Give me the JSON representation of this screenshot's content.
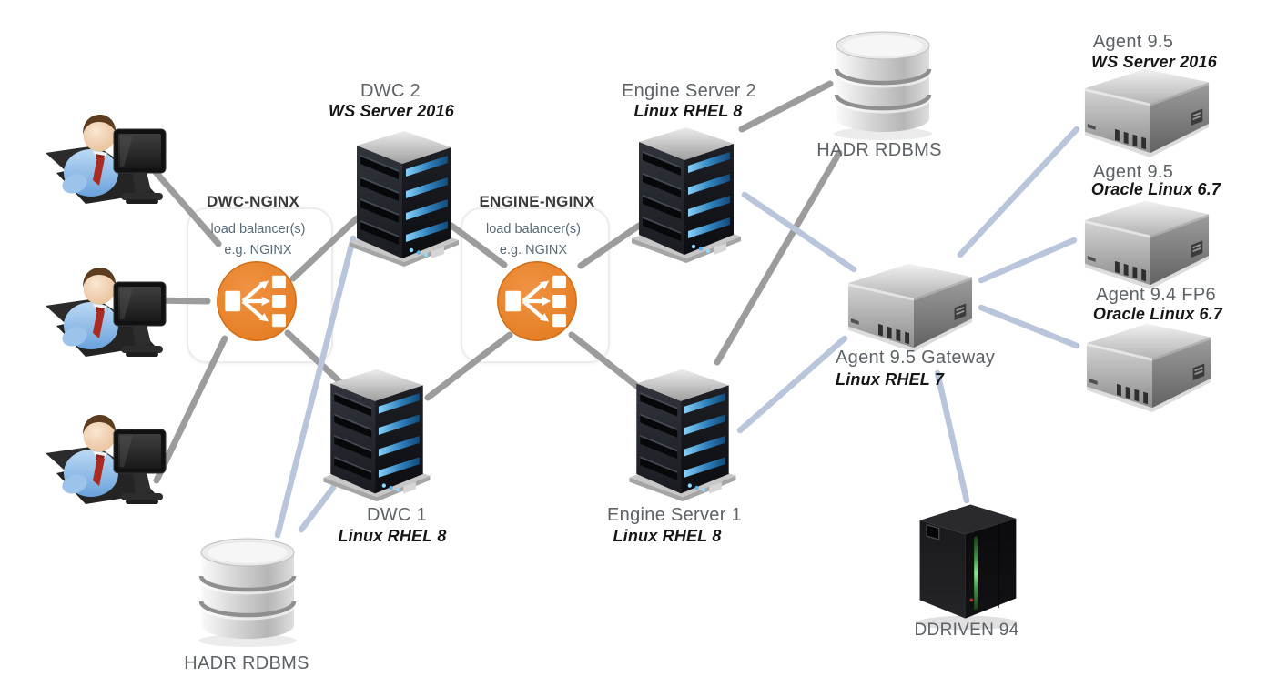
{
  "colors": {
    "gray": "#9c9c9c",
    "blue": "#b9c5da",
    "orange": "#e8822e",
    "title_gray": "#5d6267",
    "sub_black": "#161616"
  },
  "nodes": {
    "lb_dwc": {
      "title": "DWC-NGINX",
      "line1": "load balancer(s)",
      "line2": "e.g. NGINX"
    },
    "lb_engine": {
      "title": "ENGINE-NGINX",
      "line1": "load balancer(s)",
      "line2": "e.g. NGINX"
    },
    "dwc2": {
      "title": "DWC 2",
      "subtitle": "WS Server 2016"
    },
    "dwc1": {
      "title": "DWC 1",
      "subtitle": "Linux RHEL 8"
    },
    "engine2": {
      "title": "Engine Server 2",
      "subtitle": "Linux RHEL 8"
    },
    "engine1": {
      "title": "Engine Server 1",
      "subtitle": "Linux RHEL 8"
    },
    "hadr_top": {
      "title": "HADR RDBMS"
    },
    "hadr_bottom": {
      "title": "HADR RDBMS"
    },
    "gateway": {
      "title": "Agent 9.5 Gateway",
      "subtitle": "Linux RHEL 7"
    },
    "agent1": {
      "title": "Agent 9.5",
      "subtitle": "WS Server 2016"
    },
    "agent2": {
      "title": "Agent 9.5",
      "subtitle": "Oracle Linux 6.7"
    },
    "agent3": {
      "title": "Agent 9.4 FP6",
      "subtitle": "Oracle Linux 6.7"
    },
    "ddriven": {
      "title": "DDRIVEN 94"
    },
    "users": {
      "count": 3
    }
  },
  "edges": [
    {
      "from": "user-1",
      "to": "dwc-nginx",
      "color": "gray",
      "points": [
        163,
        180,
        240,
        268
      ]
    },
    {
      "from": "user-2",
      "to": "dwc-nginx",
      "color": "gray",
      "points": [
        165,
        330,
        228,
        331
      ]
    },
    {
      "from": "user-3",
      "to": "dwc-nginx",
      "color": "gray",
      "points": [
        172,
        528,
        247,
        372
      ]
    },
    {
      "from": "dwc-nginx",
      "to": "dwc-2",
      "color": "gray",
      "points": [
        322,
        306,
        392,
        240
      ]
    },
    {
      "from": "dwc-nginx",
      "to": "dwc-1",
      "color": "gray",
      "points": [
        316,
        366,
        376,
        422
      ]
    },
    {
      "from": "dwc-2",
      "to": "engine-nginx",
      "color": "gray",
      "points": [
        496,
        248,
        554,
        291
      ]
    },
    {
      "from": "dwc-1",
      "to": "engine-nginx",
      "color": "gray",
      "points": [
        470,
        437,
        560,
        368
      ]
    },
    {
      "from": "engine-nginx",
      "to": "engine-server-2",
      "color": "gray",
      "points": [
        638,
        292,
        702,
        248
      ]
    },
    {
      "from": "engine-nginx",
      "to": "engine-server-1",
      "color": "gray",
      "points": [
        628,
        368,
        702,
        426
      ]
    },
    {
      "from": "engine-server-2",
      "to": "hadr-rdbms-top",
      "color": "gray",
      "points": [
        815,
        142,
        912,
        92
      ]
    },
    {
      "from": "hadr-rdbms-top",
      "to": "engine-server-1",
      "color": "gray",
      "points": [
        922,
        168,
        788,
        398
      ]
    },
    {
      "from": "dwc-2",
      "to": "hadr-rdbms-bottom",
      "color": "blue",
      "points": [
        388,
        262,
        305,
        588
      ]
    },
    {
      "from": "dwc-1",
      "to": "hadr-rdbms-bottom",
      "color": "blue",
      "points": [
        366,
        536,
        331,
        582
      ]
    },
    {
      "from": "engine-server-2",
      "to": "agent-gateway",
      "color": "blue",
      "points": [
        818,
        214,
        938,
        296
      ]
    },
    {
      "from": "engine-server-1",
      "to": "agent-gateway",
      "color": "blue",
      "points": [
        813,
        473,
        928,
        372
      ]
    },
    {
      "from": "agent-gateway",
      "to": "agent-1",
      "color": "blue",
      "points": [
        1055,
        280,
        1183,
        142
      ]
    },
    {
      "from": "agent-gateway",
      "to": "agent-2",
      "color": "blue",
      "points": [
        1078,
        308,
        1180,
        264
      ]
    },
    {
      "from": "agent-gateway",
      "to": "agent-3",
      "color": "blue",
      "points": [
        1078,
        338,
        1183,
        380
      ]
    },
    {
      "from": "agent-gateway",
      "to": "ddriven",
      "color": "blue",
      "points": [
        1030,
        410,
        1062,
        550
      ]
    }
  ]
}
